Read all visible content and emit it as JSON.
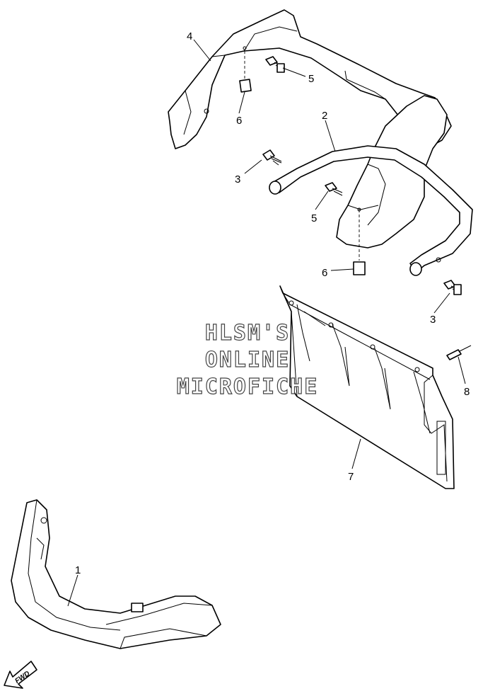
{
  "callouts": {
    "c1": "1",
    "c2": "2",
    "c3a": "3",
    "c3b": "3",
    "c4": "4",
    "c5a": "5",
    "c5b": "5",
    "c6a": "6",
    "c6b": "6",
    "c7": "7",
    "c8": "8"
  },
  "watermark": {
    "line1": "HLSM'S",
    "line2": "ONLINE",
    "line3": "MICROFICHE"
  },
  "fwd": {
    "label": "FWD"
  }
}
